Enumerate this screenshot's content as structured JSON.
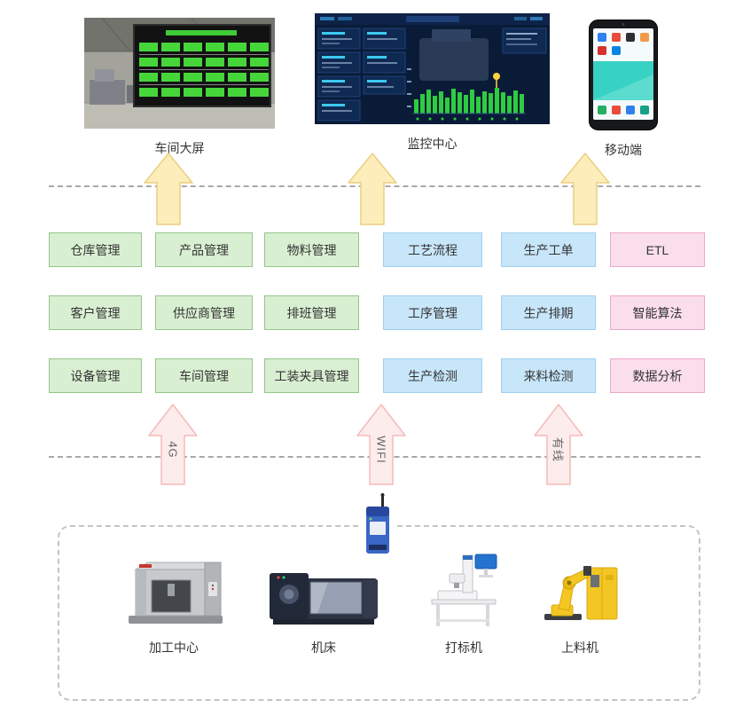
{
  "screens": [
    {
      "label": "车间大屏"
    },
    {
      "label": "监控中心"
    },
    {
      "label": "移动端"
    }
  ],
  "module_grid": [
    {
      "label": "仓库管理",
      "category": "green"
    },
    {
      "label": "产品管理",
      "category": "green"
    },
    {
      "label": "物料管理",
      "category": "green"
    },
    {
      "label": "工艺流程",
      "category": "blue"
    },
    {
      "label": "生产工单",
      "category": "blue"
    },
    {
      "label": "ETL",
      "category": "pink"
    },
    {
      "label": "客户管理",
      "category": "green"
    },
    {
      "label": "供应商管理",
      "category": "green"
    },
    {
      "label": "排班管理",
      "category": "green"
    },
    {
      "label": "工序管理",
      "category": "blue"
    },
    {
      "label": "生产排期",
      "category": "blue"
    },
    {
      "label": "智能算法",
      "category": "pink"
    },
    {
      "label": "设备管理",
      "category": "green"
    },
    {
      "label": "车间管理",
      "category": "green"
    },
    {
      "label": "工装夹具管理",
      "category": "green"
    },
    {
      "label": "生产检测",
      "category": "blue"
    },
    {
      "label": "来料检测",
      "category": "blue"
    },
    {
      "label": "数据分析",
      "category": "pink"
    }
  ],
  "connections": [
    {
      "label": "4G"
    },
    {
      "label": "WIFI"
    },
    {
      "label": "有线"
    }
  ],
  "devices": [
    {
      "label": "加工中心"
    },
    {
      "label": "机床"
    },
    {
      "label": "打标机"
    },
    {
      "label": "上料机"
    }
  ],
  "colors": {
    "text": "#333333",
    "green_fill": "#d9efd2",
    "green_border": "#93c689",
    "blue_fill": "#c8e6fa",
    "blue_border": "#a0cff0",
    "pink_fill": "#fbdeeb",
    "pink_border": "#f0a6c8",
    "arrow_yellow_fill": "#fcedbb",
    "arrow_yellow_border": "#eccf7f",
    "arrow_pink_fill": "#fdecec",
    "arrow_pink_border": "#f5baba",
    "dash_gray": "#a8a8a8"
  }
}
